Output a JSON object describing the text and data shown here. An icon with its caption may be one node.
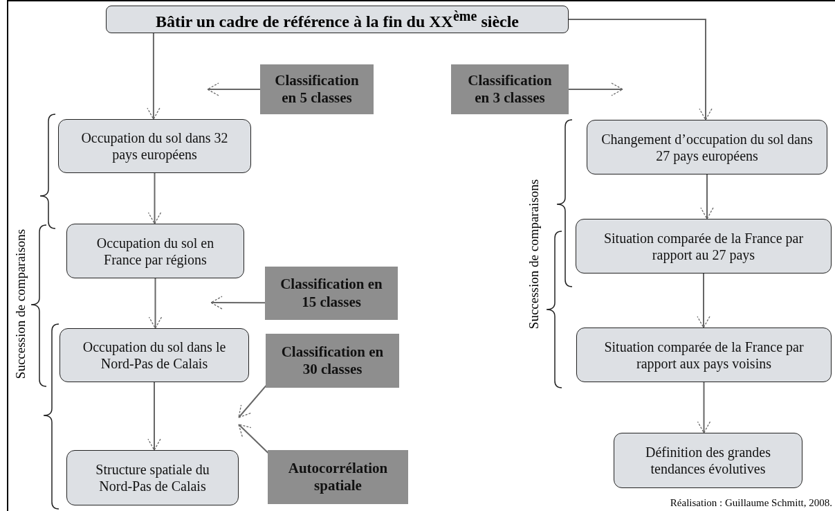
{
  "diagram": {
    "nodes": [
      {
        "text": [
          "Bâtir un cadre de référence à la fin du XX$^{ème}$ siècle"
        ]
      },
      {
        "text": [
          "Classification en 5 classes"
        ]
      },
      {
        "text": [
          "Classification en 3 classes"
        ]
      },
      {
        "text": [
          "Occupation du sol dans 32 pays européens"
        ]
      },
      {
        "text": [
          "Occupation du sol en France par régions"
        ]
      },
      {
        "text": [
          "Classification en 15 classes"
        ]
      },
      {
        "text": [
          "Occupation du sol dans le Nord-Pas de Calais"
        ]
      },
      {
        "text": [
          "Classification en 30 classes"
        ]
      },
      {
        "text": [
          "Structure spatiale du Nord-Pas de Calais"
        ]
      },
      {
        "text": [
          "Autocorrélation spatiale"
        ]
      },
      {
        "text": [
          "Changement d’occupation du sol dans 27 pays européens"
        ]
      },
      {
        "text": [
          "Situation comparée de la France par rapport au 27 pays"
        ]
      },
      {
        "text": [
          "Situation comparée de la France par rapport aux pays voisins"
        ]
      },
      {
        "text": [
          "Définition des grandes tendances évolutives"
        ]
      }
    ],
    "edges": [
      {
        "from": 0,
        "to": 3,
        "arrow": "to"
      },
      {
        "from": 0,
        "to": 10,
        "arrow": "to"
      },
      {
        "from": 1,
        "to": null,
        "arrow": "to"
      },
      {
        "from": 2,
        "to": null,
        "arrow": "to"
      },
      {
        "from": 3,
        "to": 4,
        "arrow": "to"
      },
      {
        "from": 5,
        "to": null,
        "arrow": "to"
      },
      {
        "from": 4,
        "to": 6,
        "arrow": "to"
      },
      {
        "from": 7,
        "to": null,
        "arrow": "to"
      },
      {
        "from": 9,
        "to": null,
        "arrow": "to"
      },
      {
        "from": 6,
        "to": 8,
        "arrow": "to"
      },
      {
        "from": 10,
        "to": 11,
        "arrow": "to"
      },
      {
        "from": 11,
        "to": 12,
        "arrow": "to"
      },
      {
        "from": 12,
        "to": 13,
        "arrow": "to"
      }
    ],
    "labels": [
      "Succession de comparaisons",
      "Succession de comparaisons",
      "Réalisation : Guillaume Schmitt, 2008."
    ]
  }
}
